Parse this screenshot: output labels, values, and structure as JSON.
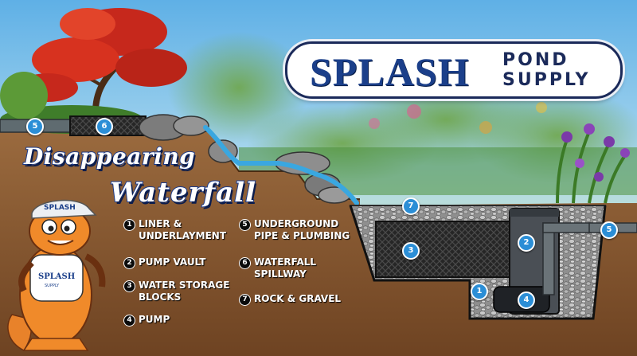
{
  "logo": {
    "brand": "SPLASH",
    "line1": "POND",
    "line2": "SUPPLY"
  },
  "title": {
    "line1": "Disappearing",
    "line2": "Waterfall"
  },
  "legend": [
    {
      "num": "1",
      "text": "LINER &\nUNDERLAYMENT"
    },
    {
      "num": "2",
      "text": "PUMP  VAULT"
    },
    {
      "num": "3",
      "text": "WATER STORAGE\nBLOCKS"
    },
    {
      "num": "4",
      "text": "PUMP"
    },
    {
      "num": "5",
      "text": "UNDERGROUND\nPIPE & PLUMBING"
    },
    {
      "num": "6",
      "text": "WATERFALL\nSPILLWAY"
    },
    {
      "num": "7",
      "text": "ROCK & GRAVEL"
    }
  ],
  "markers": {
    "pipe_left": "5",
    "spillway": "6",
    "gravel": "7",
    "blocks": "3",
    "vault": "2",
    "pipe_right": "5",
    "liner": "1",
    "pump": "4"
  },
  "mascot": {
    "cap_text": "SPLASH",
    "shirt_text": "SPLASH",
    "shirt_sub": "SUPPLY"
  },
  "colors": {
    "sky": "#8ec6ea",
    "soil": "#8a5a33",
    "water": "#3aa7e0",
    "marker": "#2b8ed6",
    "brand": "#1b3f8a",
    "koi": "#e2392b"
  }
}
